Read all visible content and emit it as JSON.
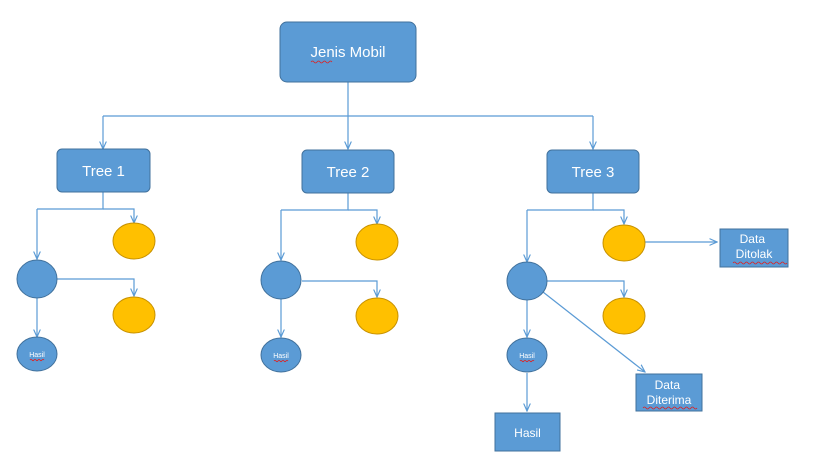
{
  "colors": {
    "box_fill": "#5b9bd5",
    "box_stroke": "#41719c",
    "leaf_fill": "#ffc000",
    "leaf_stroke": "#b8860b",
    "line": "#5b9bd5",
    "spellcheck": "#dd2222"
  },
  "root": {
    "label": "Jenis Mobil"
  },
  "trees": [
    {
      "label": "Tree 1",
      "small_node_label": "Hasil"
    },
    {
      "label": "Tree 2",
      "small_node_label": "Hasil"
    },
    {
      "label": "Tree 3",
      "small_node_label": "Hasil"
    }
  ],
  "outcomes": {
    "rejected": "Data Ditolak",
    "accepted": "Data Diterima",
    "result": "Hasil"
  }
}
